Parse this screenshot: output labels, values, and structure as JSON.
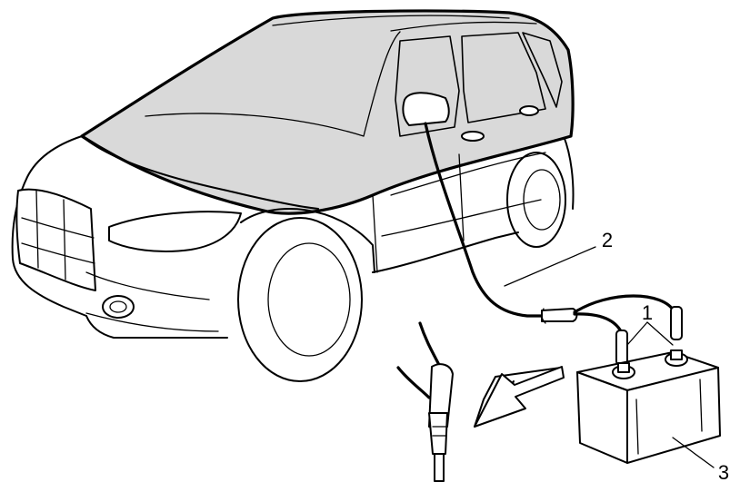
{
  "figure": {
    "callouts": [
      {
        "id": "1",
        "text": "1"
      },
      {
        "id": "2",
        "text": "2"
      },
      {
        "id": "3",
        "text": "3"
      }
    ]
  }
}
